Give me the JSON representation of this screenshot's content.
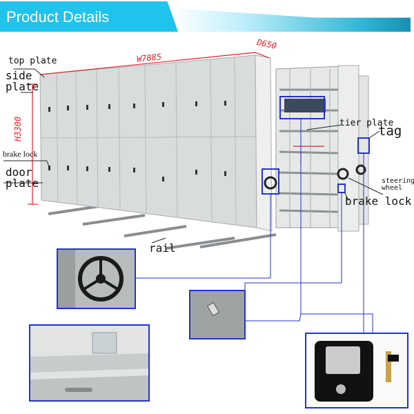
{
  "header": {
    "title": "Product Details"
  },
  "dimensions": {
    "width": "W7885",
    "depth": "D650",
    "height": "H3300"
  },
  "labels": {
    "top_plate": "top plate",
    "side_plate_1": "side",
    "side_plate_2": "plate",
    "brake_lock_left": "brake lock",
    "door_plate_1": "door",
    "door_plate_2": "plate",
    "rail": "rail",
    "tier_plate": "tier plate",
    "tag": "tag",
    "steering_wheel_1": "steering",
    "steering_wheel_2": "wheel",
    "brake_lock_right": "brake lock"
  },
  "colors": {
    "banner": "#1fc3ec",
    "callout": "#2233cc",
    "dimension": "#e0202a",
    "cabinet": "#d9dcdc"
  }
}
